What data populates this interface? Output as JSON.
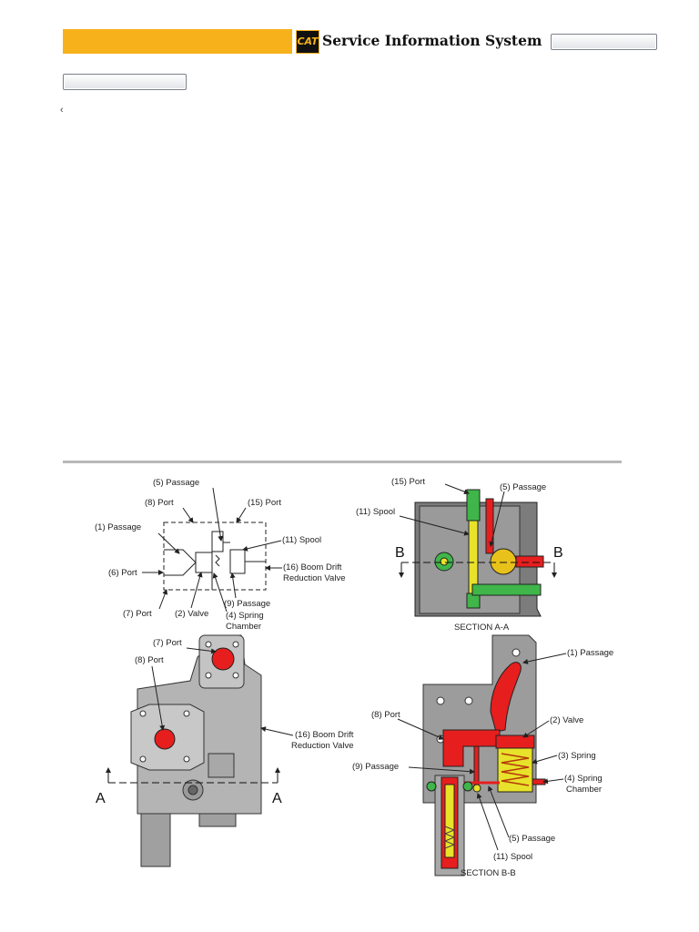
{
  "header": {
    "logo_text": "CAT",
    "title": "Service Information System",
    "button_label": ""
  },
  "nav": {
    "button_label": "",
    "back_glyph": "‹"
  },
  "colors": {
    "accent": "#f7b21b",
    "pressure_red": "#e61e1e",
    "flow_yellow": "#e8e22a",
    "flow_green": "#3fb54a",
    "housing_gray": "#b4b4b4"
  },
  "figure": {
    "schematic": {
      "labels": {
        "passage5": "(5) Passage",
        "port8": "(8) Port",
        "port15": "(15) Port",
        "passage1": "(1) Passage",
        "spool11": "(11) Spool",
        "port6": "(6) Port",
        "bdrv16_line1": "(16) Boom Drift",
        "bdrv16_line2": "Reduction Valve",
        "passage9": "(9) Passage",
        "port7": "(7) Port",
        "valve2": "(2) Valve",
        "spring_chamber4_line1": "(4) Spring",
        "spring_chamber4_line2": "Chamber"
      }
    },
    "section_aa": {
      "labels": {
        "port15": "(15) Port",
        "passage5": "(5) Passage",
        "spool11": "(11) Spool",
        "marker_b": "B",
        "caption": "SECTION A-A"
      }
    },
    "exterior": {
      "labels": {
        "port7": "(7) Port",
        "port8": "(8) Port",
        "bdrv16_line1": "(16) Boom Drift",
        "bdrv16_line2": "Reduction Valve",
        "marker_a": "A"
      }
    },
    "section_bb": {
      "labels": {
        "passage1": "(1) Passage",
        "port8": "(8) Port",
        "valve2": "(2) Valve",
        "spring3": "(3) Spring",
        "spring_chamber4_line1": "(4) Spring",
        "spring_chamber4_line2": "Chamber",
        "passage9": "(9) Passage",
        "passage5": "(5) Passage",
        "spool11": "(11) Spool",
        "caption": "SECTION B-B"
      }
    }
  }
}
